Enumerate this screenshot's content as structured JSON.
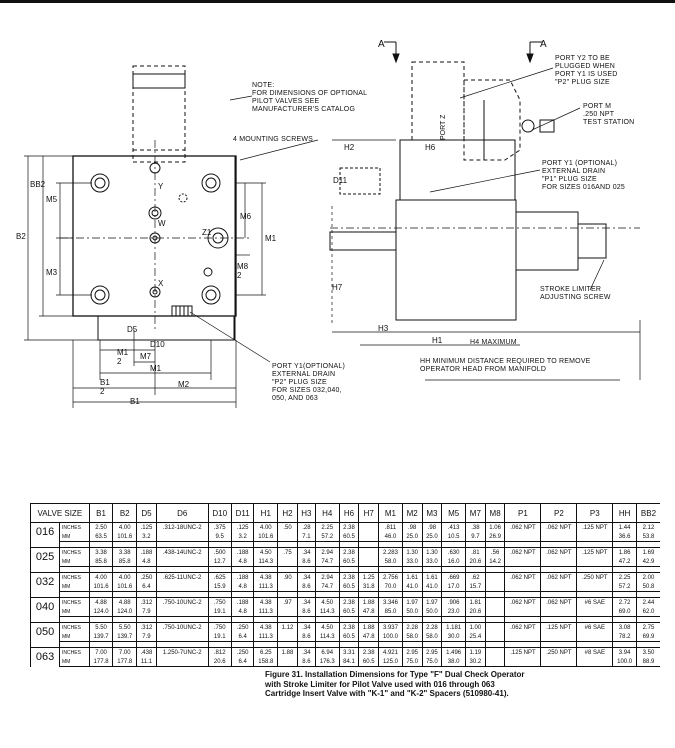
{
  "drawing": {
    "left_view_labels": {
      "note": "NOTE:\nFOR DIMENSIONS OF OPTIONAL\nPILOT VALVES SEE\nMANUFACTURER'S CATALOG",
      "mounting_screws": "4 MOUNTING SCREWS",
      "port_y1_large": "PORT Y1(OPTIONAL)\nEXTERNAL DRAIN\n\"P2\" PLUG SIZE\nFOR SIZES 032,040,\n050, AND 063",
      "port_y": "Y",
      "port_w": "W",
      "port_x": "X",
      "port_z1": "Z1",
      "dims": {
        "bb2": "BB2",
        "b2": "B2",
        "m5": "M5",
        "m3": "M3",
        "m6": "M6",
        "m1v": "M1",
        "m8_2": "M8\n2",
        "d5": "D5",
        "d10": "D10",
        "m1_2": "M1\n2",
        "m7": "M7",
        "m1": "M1",
        "b1_2": "B1\n2",
        "m2": "M2",
        "b1": "B1"
      }
    },
    "right_view_labels": {
      "section_a_left": "A",
      "section_a_right": "A",
      "port_y2": "PORT Y2 TO BE\nPLUGGED WHEN\nPORT Y1 IS USED\n\"P2\" PLUG SIZE",
      "port_m": "PORT M\n.250 NPT\nTEST STATION",
      "port_y1_small": "PORT Y1 (OPTIONAL)\nEXTERNAL DRAIN\n\"P1\" PLUG SIZE\nFOR SIZES 016AND 025",
      "stroke_limiter": "STROKE LIMITER\nADJUSTING SCREW",
      "hh_note": "HH MINIMUM DISTANCE REQUIRED TO REMOVE\nOPERATOR HEAD FROM MANIFOLD",
      "port_z": "PORT Z",
      "dims": {
        "h2": "H2",
        "h6": "H6",
        "d11": "D11",
        "h7": "H7",
        "h3": "H3",
        "h1": "H1",
        "h4": "H4 MAXIMUM"
      }
    }
  },
  "table": {
    "headers": [
      "VALVE SIZE",
      "B1",
      "B2",
      "D5",
      "D6",
      "D10",
      "D11",
      "H1",
      "H2",
      "H3",
      "H4",
      "H6",
      "H7",
      "M1",
      "M2",
      "M3",
      "M5",
      "M7",
      "M8",
      "P1",
      "P2",
      "P3",
      "HH",
      "BB2"
    ],
    "rows": [
      {
        "size": "016",
        "inches": [
          "2.50",
          "4.00",
          ".125",
          ".312-18UNC-2",
          ".375",
          ".125",
          "4.00",
          ".50",
          ".28",
          "2.25",
          "2.38",
          "",
          ".811",
          ".98",
          ".98",
          ".413",
          ".38",
          "1.06",
          ".062 NPT",
          ".062 NPT",
          ".125 NPT",
          "1.44",
          "2.12"
        ],
        "mm": [
          "63.5",
          "101.6",
          "3.2",
          "",
          "9.5",
          "3.2",
          "101.6",
          "",
          "7.1",
          "57.2",
          "60.5",
          "",
          "46.0",
          "25.0",
          "25.0",
          "10.5",
          "9.7",
          "26.9",
          "",
          "",
          "",
          "36.6",
          "53.8"
        ]
      },
      {
        "size": "025",
        "inches": [
          "3.38",
          "3.38",
          ".188",
          ".438-14UNC-2",
          ".500",
          ".188",
          "4.50",
          ".75",
          ".34",
          "2.94",
          "2.38",
          "",
          "2.283",
          "1.30",
          "1.30",
          ".630",
          ".81",
          ".56",
          ".062 NPT",
          ".062 NPT",
          ".125 NPT",
          "1.86",
          "1.69"
        ],
        "mm": [
          "85.8",
          "85.8",
          "4.8",
          "",
          "12.7",
          "4.8",
          "114.3",
          "",
          "8.6",
          "74.7",
          "60.5",
          "",
          "58.0",
          "33.0",
          "33.0",
          "16.0",
          "20.6",
          "14.2",
          "",
          "",
          "",
          "47.2",
          "42.9"
        ]
      },
      {
        "size": "032",
        "inches": [
          "4.00",
          "4.00",
          ".250",
          ".625-11UNC-2",
          ".625",
          ".188",
          "4.38",
          ".90",
          ".34",
          "2.94",
          "2.38",
          "1.25",
          "2.756",
          "1.61",
          "1.61",
          ".669",
          ".62",
          "",
          ".062 NPT",
          ".062 NPT",
          ".250 NPT",
          "2.25",
          "2.00"
        ],
        "mm": [
          "101.6",
          "101.6",
          "6.4",
          "",
          "15.9",
          "4.8",
          "111.3",
          "",
          "8.6",
          "74.7",
          "60.5",
          "31.8",
          "70.0",
          "41.0",
          "41.0",
          "17.0",
          "15.7",
          "",
          "",
          "",
          "",
          "57.2",
          "50.8"
        ]
      },
      {
        "size": "040",
        "inches": [
          "4.88",
          "4.88",
          ".312",
          ".750-10UNC-2",
          ".750",
          ".188",
          "4.38",
          ".97",
          ".34",
          "4.50",
          "2.38",
          "1.88",
          "3.346",
          "1.97",
          "1.97",
          ".906",
          "1.81",
          "",
          ".062 NPT",
          ".062 NPT",
          "#6 SAE",
          "2.72",
          "2.44"
        ],
        "mm": [
          "124.0",
          "124.0",
          "7.9",
          "",
          "19.1",
          "4.8",
          "111.3",
          "",
          "8.6",
          "114.3",
          "60.5",
          "47.8",
          "85.0",
          "50.0",
          "50.0",
          "23.0",
          "20.6",
          "",
          "",
          "",
          "",
          "69.0",
          "62.0"
        ]
      },
      {
        "size": "050",
        "inches": [
          "5.50",
          "5.50",
          ".312",
          ".750-10UNC-2",
          ".750",
          ".250",
          "4.38",
          "1.12",
          ".34",
          "4.50",
          "2.38",
          "1.88",
          "3.937",
          "2.28",
          "2.28",
          "1.181",
          "1.00",
          "",
          ".062 NPT",
          ".125 NPT",
          "#6 SAE",
          "3.08",
          "2.75"
        ],
        "mm": [
          "139.7",
          "139.7",
          "7.9",
          "",
          "19.1",
          "6.4",
          "111.3",
          "",
          "8.6",
          "114.3",
          "60.5",
          "47.8",
          "100.0",
          "58.0",
          "58.0",
          "30.0",
          "25.4",
          "",
          "",
          "",
          "",
          "78.2",
          "69.9"
        ]
      },
      {
        "size": "063",
        "inches": [
          "7.00",
          "7.00",
          ".438",
          "1.250-7UNC-2",
          ".812",
          ".250",
          "6.25",
          "1.88",
          ".34",
          "6.94",
          "3.31",
          "2.38",
          "4.921",
          "2.95",
          "2.95",
          "1.496",
          "1.19",
          "",
          ".125 NPT",
          ".250 NPT",
          "#8 SAE",
          "3.94",
          "3.50"
        ],
        "mm": [
          "177.8",
          "177.8",
          "11.1",
          "",
          "20.6",
          "6.4",
          "158.8",
          "",
          "8.6",
          "176.3",
          "84.1",
          "60.5",
          "125.0",
          "75.0",
          "75.0",
          "38.0",
          "30.2",
          "",
          "",
          "",
          "",
          "100.0",
          "88.9"
        ]
      }
    ],
    "units": {
      "inches": "INCHES",
      "mm": "MM"
    }
  },
  "caption": "Figure 31. Installation Dimensions for Type \"F\" Dual Check Operator with Stroke Limiter for Pilot Valve used with 016 through 063 Cartridge Insert Valve with \"K-1\" and \"K-2\" Spacers (510980-41)."
}
